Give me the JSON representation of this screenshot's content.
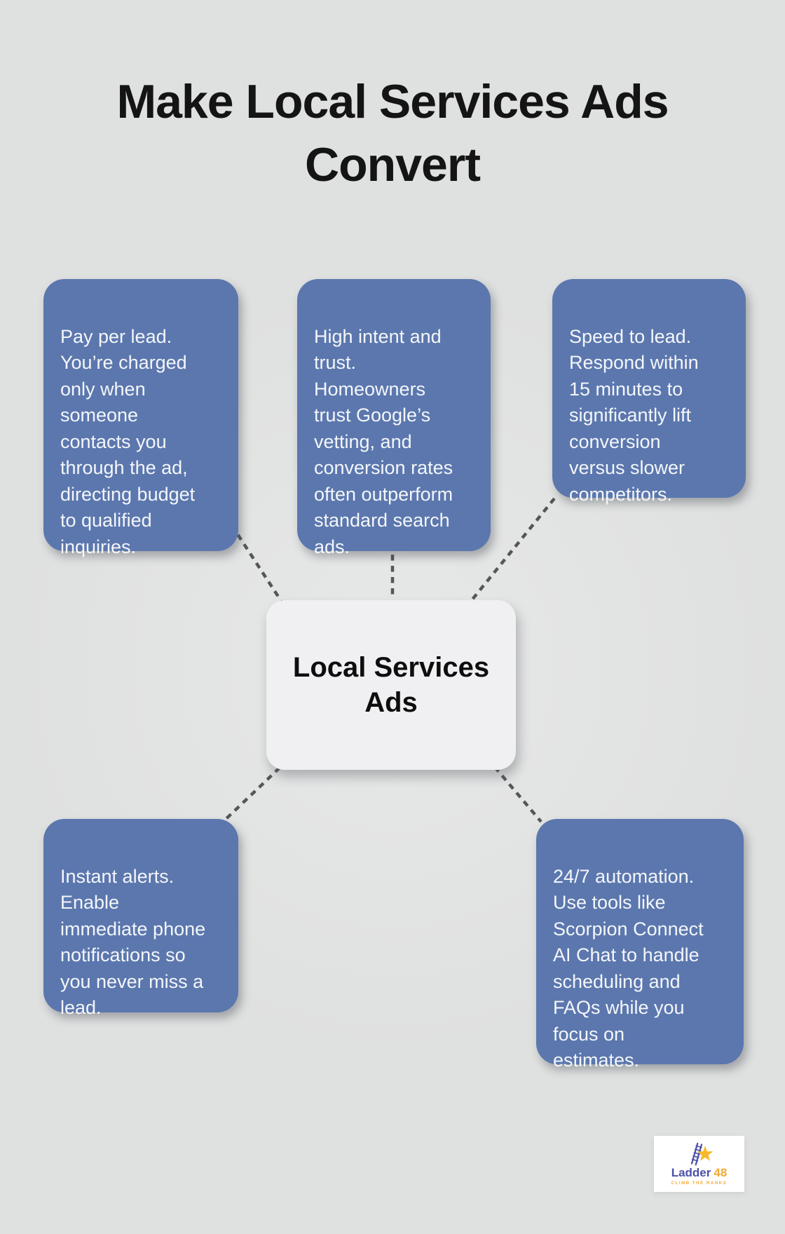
{
  "title": {
    "text": "Make Local Services Ads\nConvert"
  },
  "center": {
    "label": "Local Services\nAds"
  },
  "nodes": {
    "pay_per_lead": {
      "text": "Pay per lead.\nYou’re charged\nonly when\nsomeone\ncontacts you\nthrough the ad,\ndirecting budget\nto qualified\ninquiries."
    },
    "high_intent": {
      "text": "High intent and\ntrust.\nHomeowners\ntrust Google’s\nvetting, and\nconversion rates\noften outperform\nstandard search\nads."
    },
    "speed_to_lead": {
      "text": "Speed to lead.\nRespond within\n15 minutes to\nsignificantly lift\nconversion\nversus slower\ncompetitors."
    },
    "instant_alerts": {
      "text": "Instant alerts.\nEnable\nimmediate phone\nnotifications so\nyou never miss a\nlead."
    },
    "automation": {
      "text": "24/7 automation.\nUse tools like\nScorpion Connect\nAI Chat to handle\nscheduling and\nFAQs while you\nfocus on\nestimates."
    }
  },
  "logo": {
    "name": "Ladder",
    "number": "48",
    "tagline": "CLIMB THE RANKS"
  },
  "colors": {
    "background": "#dfe0e0",
    "title_color": "#141414",
    "node_blue": "#5b77ae",
    "node_text": "#f4f6f9",
    "center_bg": "#f0f0f2",
    "center_text": "#0e0e0e",
    "connector": "#55565a",
    "logo_indigo": "#4b50a7",
    "logo_amber": "#f5a930",
    "star_yellow": "#f7b92c"
  }
}
